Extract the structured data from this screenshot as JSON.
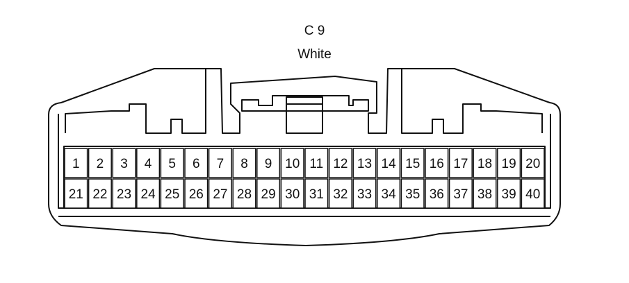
{
  "connector": {
    "id": "C 9",
    "color_label": "White",
    "pins": {
      "top_row": [
        "1",
        "2",
        "3",
        "4",
        "5",
        "6",
        "7",
        "8",
        "9",
        "10",
        "11",
        "12",
        "13",
        "14",
        "15",
        "16",
        "17",
        "18",
        "19",
        "20"
      ],
      "bottom_row": [
        "21",
        "22",
        "23",
        "24",
        "25",
        "26",
        "27",
        "28",
        "29",
        "30",
        "31",
        "32",
        "33",
        "34",
        "35",
        "36",
        "37",
        "38",
        "39",
        "40"
      ]
    }
  },
  "colors": {
    "line": "#111111",
    "background": "#ffffff"
  }
}
